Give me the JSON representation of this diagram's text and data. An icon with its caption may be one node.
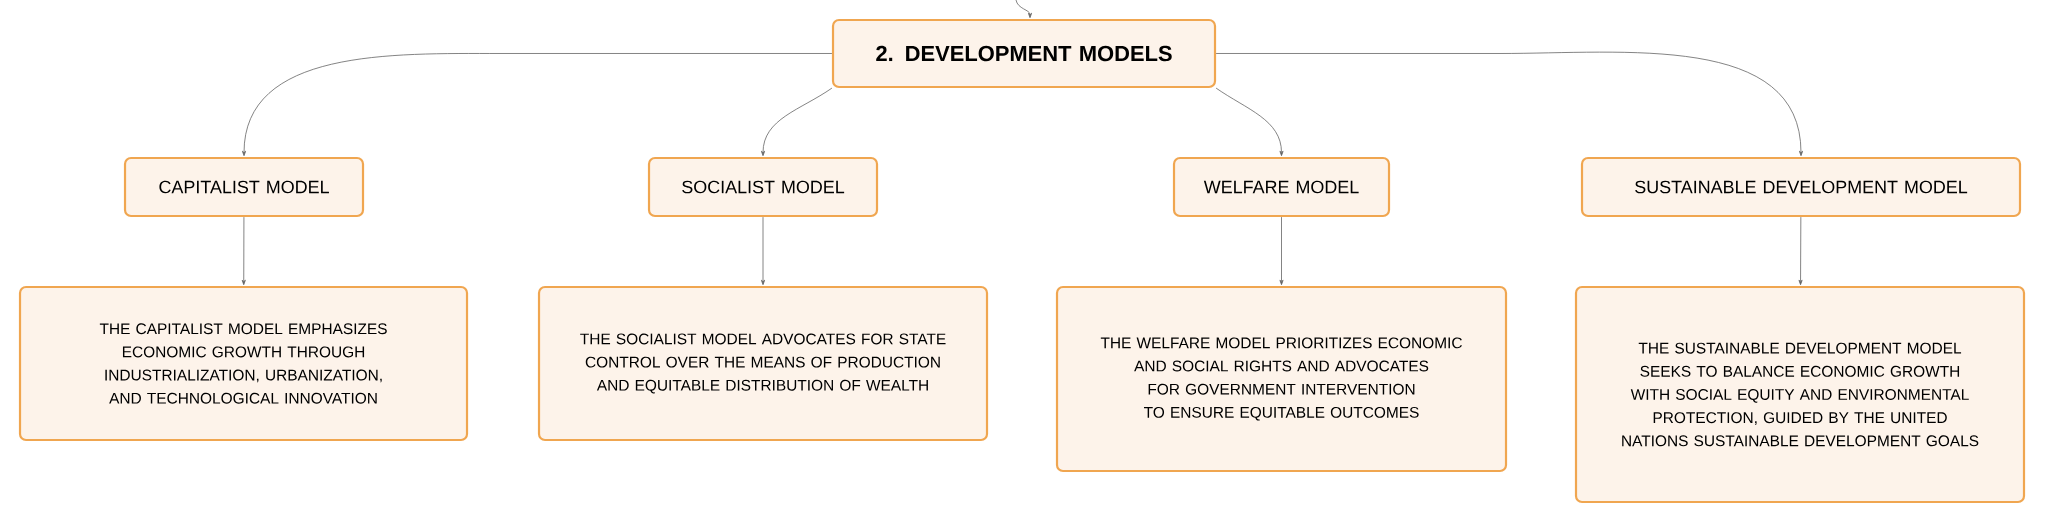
{
  "diagram": {
    "nodes": [
      {
        "text": [
          "2. DEVELOPMENT MODELS"
        ]
      },
      {
        "text": [
          "CAPITALIST MODEL"
        ]
      },
      {
        "text": [
          "SOCIALIST MODEL"
        ]
      },
      {
        "text": [
          "WELFARE MODEL"
        ]
      },
      {
        "text": [
          "SUSTAINABLE DEVELOPMENT MODEL"
        ]
      },
      {
        "text": [
          "THE CAPITALIST MODEL EMPHASIZES ECONOMIC GROWTH THROUGH INDUSTRIALIZATION, URBANIZATION, AND TECHNOLOGICAL INNOVATION"
        ]
      },
      {
        "text": [
          "THE SOCIALIST MODEL ADVOCATES FOR STATE CONTROL OVER THE MEANS OF PRODUCTION AND EQUITABLE DISTRIBUTION OF WEALTH"
        ]
      },
      {
        "text": [
          "THE WELFARE MODEL PRIORITIZES ECONOMIC AND SOCIAL RIGHTS AND ADVOCATES FOR GOVERNMENT INTERVENTION TO ENSURE EQUITABLE OUTCOMES"
        ]
      },
      {
        "text": [
          "THE SUSTAINABLE DEVELOPMENT MODEL SEEKS TO BALANCE ECONOMIC GROWTH WITH SOCIAL EQUITY AND ENVIRONMENTAL PROTECTION, GUIDED BY THE UNITED NATIONS SUSTAINABLE DEVELOPMENT GOALS"
        ]
      }
    ],
    "edges": [
      {
        "from": null,
        "to": 0,
        "arrow": "to"
      },
      {
        "from": 0,
        "to": 1,
        "arrow": "to"
      },
      {
        "from": 0,
        "to": 2,
        "arrow": "to"
      },
      {
        "from": 0,
        "to": 3,
        "arrow": "to"
      },
      {
        "from": 0,
        "to": 4,
        "arrow": "to"
      },
      {
        "from": 1,
        "to": 5,
        "arrow": "to"
      },
      {
        "from": 2,
        "to": 6,
        "arrow": "to"
      },
      {
        "from": 3,
        "to": 7,
        "arrow": "to"
      },
      {
        "from": 4,
        "to": 8,
        "arrow": "to"
      }
    ]
  }
}
